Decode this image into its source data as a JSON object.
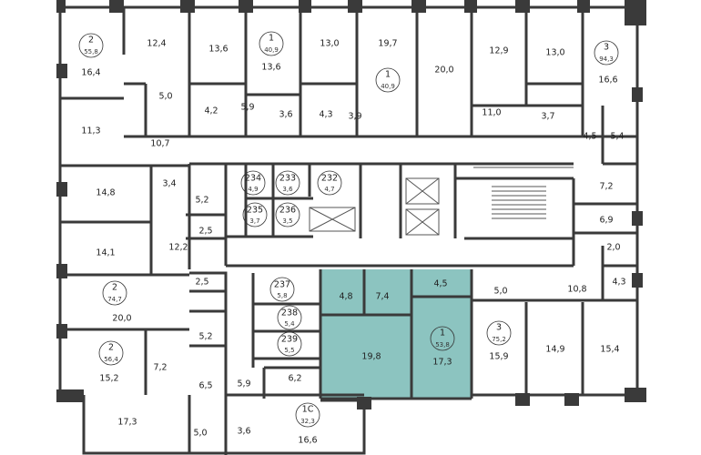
{
  "plan": {
    "highlight_color": "#8cc4c0",
    "wall_color": "#3a3a3a",
    "apartments": [
      {
        "id": "a1",
        "number": "2",
        "area": "55,8"
      },
      {
        "id": "a2",
        "number": "1",
        "area": "40,9"
      },
      {
        "id": "a3",
        "number": "1",
        "area": "40,9"
      },
      {
        "id": "a4",
        "number": "3",
        "area": "94,3"
      },
      {
        "id": "a5",
        "number": "234",
        "area": "4,9"
      },
      {
        "id": "a6",
        "number": "233",
        "area": "3,6"
      },
      {
        "id": "a7",
        "number": "232",
        "area": "4,7"
      },
      {
        "id": "a8",
        "number": "235",
        "area": "3,7"
      },
      {
        "id": "a9",
        "number": "236",
        "area": "3,5"
      },
      {
        "id": "a10",
        "number": "2",
        "area": "74,7"
      },
      {
        "id": "a11",
        "number": "237",
        "area": "5,8"
      },
      {
        "id": "a12",
        "number": "238",
        "area": "5,4"
      },
      {
        "id": "a13",
        "number": "239",
        "area": "5,5"
      },
      {
        "id": "a14",
        "number": "1",
        "area": "53,8"
      },
      {
        "id": "a15",
        "number": "3",
        "area": "75,2"
      },
      {
        "id": "a16",
        "number": "2",
        "area": "56,4"
      },
      {
        "id": "a17",
        "number": "1С",
        "area": "32,3"
      }
    ],
    "rooms": [
      {
        "id": "r1",
        "label": "16,4"
      },
      {
        "id": "r2",
        "label": "12,4"
      },
      {
        "id": "r3",
        "label": "13,6"
      },
      {
        "id": "r4",
        "label": "13,6"
      },
      {
        "id": "r5",
        "label": "13,0"
      },
      {
        "id": "r6",
        "label": "19,7"
      },
      {
        "id": "r7",
        "label": "20,0"
      },
      {
        "id": "r8",
        "label": "12,9"
      },
      {
        "id": "r9",
        "label": "13,0"
      },
      {
        "id": "r10",
        "label": "16,6"
      },
      {
        "id": "r11",
        "label": "5,0"
      },
      {
        "id": "r12",
        "label": "4,2"
      },
      {
        "id": "r13",
        "label": "5,9"
      },
      {
        "id": "r14",
        "label": "3,6"
      },
      {
        "id": "r15",
        "label": "4,3"
      },
      {
        "id": "r16",
        "label": "3,9"
      },
      {
        "id": "r17",
        "label": "11,0"
      },
      {
        "id": "r18",
        "label": "3,7"
      },
      {
        "id": "r19",
        "label": "11,3"
      },
      {
        "id": "r20",
        "label": "10,7"
      },
      {
        "id": "r21",
        "label": "4,5"
      },
      {
        "id": "r22",
        "label": "5,4"
      },
      {
        "id": "r23",
        "label": "14,8"
      },
      {
        "id": "r24",
        "label": "3,4"
      },
      {
        "id": "r25",
        "label": "5,2"
      },
      {
        "id": "r26",
        "label": "7,2"
      },
      {
        "id": "r27",
        "label": "2,5"
      },
      {
        "id": "r28",
        "label": "6,9"
      },
      {
        "id": "r29",
        "label": "14,1"
      },
      {
        "id": "r30",
        "label": "12,2"
      },
      {
        "id": "r31",
        "label": "2,0"
      },
      {
        "id": "r32",
        "label": "2,5"
      },
      {
        "id": "r33",
        "label": "10,8"
      },
      {
        "id": "r34",
        "label": "4,3"
      },
      {
        "id": "r35",
        "label": "4,8"
      },
      {
        "id": "r36",
        "label": "7,4"
      },
      {
        "id": "r37",
        "label": "4,5"
      },
      {
        "id": "r38",
        "label": "5,0"
      },
      {
        "id": "r39",
        "label": "20,0"
      },
      {
        "id": "r40",
        "label": "5,2"
      },
      {
        "id": "r41",
        "label": "19,8"
      },
      {
        "id": "r42",
        "label": "17,3"
      },
      {
        "id": "r43",
        "label": "15,9"
      },
      {
        "id": "r44",
        "label": "14,9"
      },
      {
        "id": "r45",
        "label": "15,4"
      },
      {
        "id": "r46",
        "label": "7,2"
      },
      {
        "id": "r47",
        "label": "15,2"
      },
      {
        "id": "r48",
        "label": "6,2"
      },
      {
        "id": "r49",
        "label": "5,9"
      },
      {
        "id": "r50",
        "label": "6,5"
      },
      {
        "id": "r51",
        "label": "17,3"
      },
      {
        "id": "r52",
        "label": "5,0"
      },
      {
        "id": "r53",
        "label": "3,6"
      },
      {
        "id": "r54",
        "label": "16,6"
      }
    ]
  }
}
